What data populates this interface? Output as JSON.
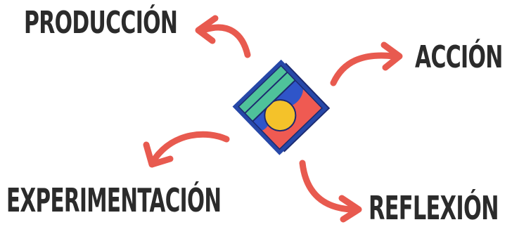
{
  "labels": {
    "produccion": "PRODUCCIÓN",
    "accion": "ACCIÓN",
    "experimentacion": "EXPERIMENTACIÓN",
    "reflexion": "REFLEXIÓN"
  },
  "colors": {
    "text": "#2b2b2b",
    "arrow": "#e85a4f",
    "card_border": "#2748a8",
    "card_stripe": "#4fc29a",
    "card_red": "#ef5a52",
    "card_blue": "#2f55c9",
    "card_yellow": "#f4c22a"
  },
  "icons": {
    "center": "square-card-icon",
    "arrows": "curved-arrow-icon"
  }
}
